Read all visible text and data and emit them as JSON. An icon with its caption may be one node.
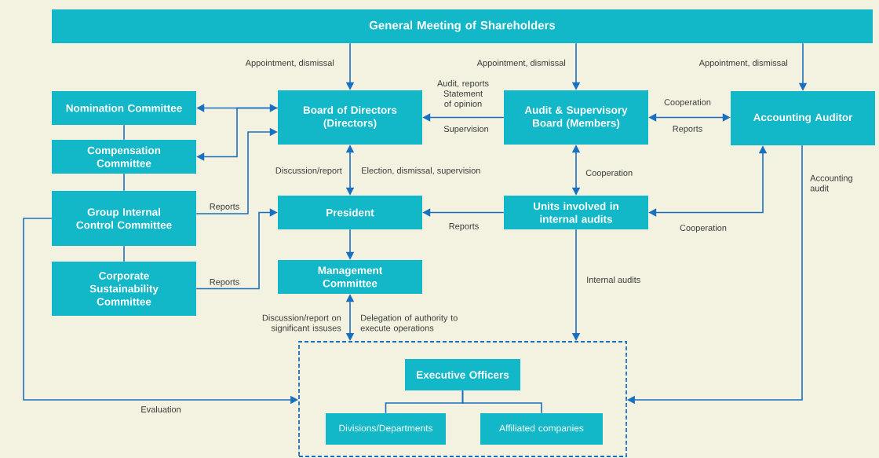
{
  "diagram": {
    "nodes": [
      {
        "text": [
          "General Meeting of Shareholders"
        ]
      },
      {
        "text": [
          "Nomination Committee"
        ]
      },
      {
        "text": [
          "Compensation Committee"
        ]
      },
      {
        "text": [
          "Group Internal Control Committee"
        ]
      },
      {
        "text": [
          "Corporate Sustainability Committee"
        ]
      },
      {
        "text": [
          "Board of Directors (Directors)"
        ]
      },
      {
        "text": [
          "Audit & Supervisory Board (Members)"
        ]
      },
      {
        "text": [
          "Accounting Auditor"
        ]
      },
      {
        "text": [
          "President"
        ]
      },
      {
        "text": [
          "Units involved in internal audits"
        ]
      },
      {
        "text": [
          "Management Committee"
        ]
      },
      {
        "text": [],
        "shape": "box"
      },
      {
        "text": [
          "Executive Officers"
        ],
        "in": 11
      },
      {
        "text": [
          "Divisions/Departments"
        ],
        "in": 11
      },
      {
        "text": [
          "Affiliated companies"
        ],
        "in": 11
      }
    ],
    "edges": [
      {
        "from": 0,
        "to": 5,
        "arrow": "to",
        "label": "Appointment, dismissal"
      },
      {
        "from": 0,
        "to": 6,
        "arrow": "to",
        "label": "Appointment, dismissal"
      },
      {
        "from": 0,
        "to": 7,
        "arrow": "to",
        "label": "Appointment, dismissal"
      },
      {
        "from": 1,
        "to": 5,
        "arrow": "both"
      },
      {
        "from": 5,
        "to": 2,
        "arrow": "to"
      },
      {
        "from": 3,
        "to": 5,
        "arrow": "to",
        "label": "Reports"
      },
      {
        "from": 4,
        "to": 8,
        "arrow": "to",
        "label": "Reports"
      },
      {
        "from": 6,
        "to": 5,
        "arrow": "to",
        "label": "Audit, reports Statement of opinion"
      },
      {
        "from": 6,
        "to": 7,
        "arrow": "both",
        "label": "Cooperation"
      },
      {
        "from": 5,
        "to": 8,
        "arrow": "both",
        "label": "Discussion/report"
      },
      {
        "from": 6,
        "to": 9,
        "arrow": "both",
        "label": "Cooperation"
      },
      {
        "from": 9,
        "to": 8,
        "arrow": "to",
        "label": "Reports"
      },
      {
        "from": 9,
        "to": 7,
        "arrow": "both",
        "label": "Cooperation"
      },
      {
        "from": 8,
        "to": 10,
        "arrow": "to"
      },
      {
        "from": 10,
        "to": 11,
        "arrow": "both",
        "label": "Discussion/report on significant issuses"
      },
      {
        "from": 9,
        "to": 11,
        "arrow": "to",
        "label": "Internal audits"
      },
      {
        "from": 7,
        "to": 11,
        "arrow": "to",
        "label": "Accounting audit"
      },
      {
        "from": 3,
        "to": 11,
        "arrow": "to",
        "label": "Evaluation"
      },
      {
        "from": 12,
        "to": 13,
        "arrow": "none"
      },
      {
        "from": 12,
        "to": 14,
        "arrow": "none"
      },
      {
        "from": 1,
        "to": 2,
        "arrow": "none"
      },
      {
        "from": 2,
        "to": 3,
        "arrow": "none"
      },
      {
        "from": 3,
        "to": 4,
        "arrow": "none"
      }
    ],
    "labels": [
      "Supervision",
      "Reports",
      "Election, dismissal, supervision",
      "Delegation of authority to execute operations"
    ]
  }
}
